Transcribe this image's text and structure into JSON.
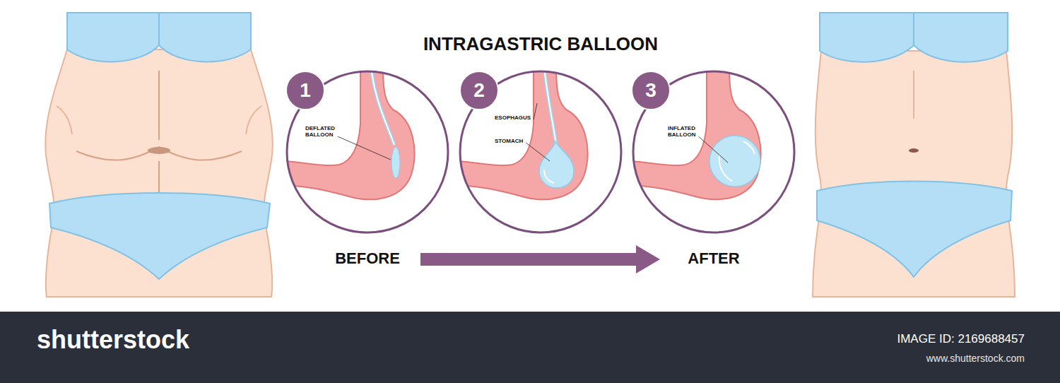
{
  "diagram": {
    "title": "INTRAGASTRIC BALLOON",
    "nodes": [
      {
        "text": [
          "1"
        ]
      },
      {
        "text": [
          "2"
        ]
      },
      {
        "text": [
          "3"
        ]
      }
    ],
    "labels": [
      "DEFLATED BALLOON",
      "ESOPHAGUS",
      "STOMACH",
      "INFLATED BALLOON",
      "BEFORE",
      "AFTER",
      "shutterstock",
      "IMAGE ID: 2169688457",
      "www.shutterstock.com"
    ]
  }
}
